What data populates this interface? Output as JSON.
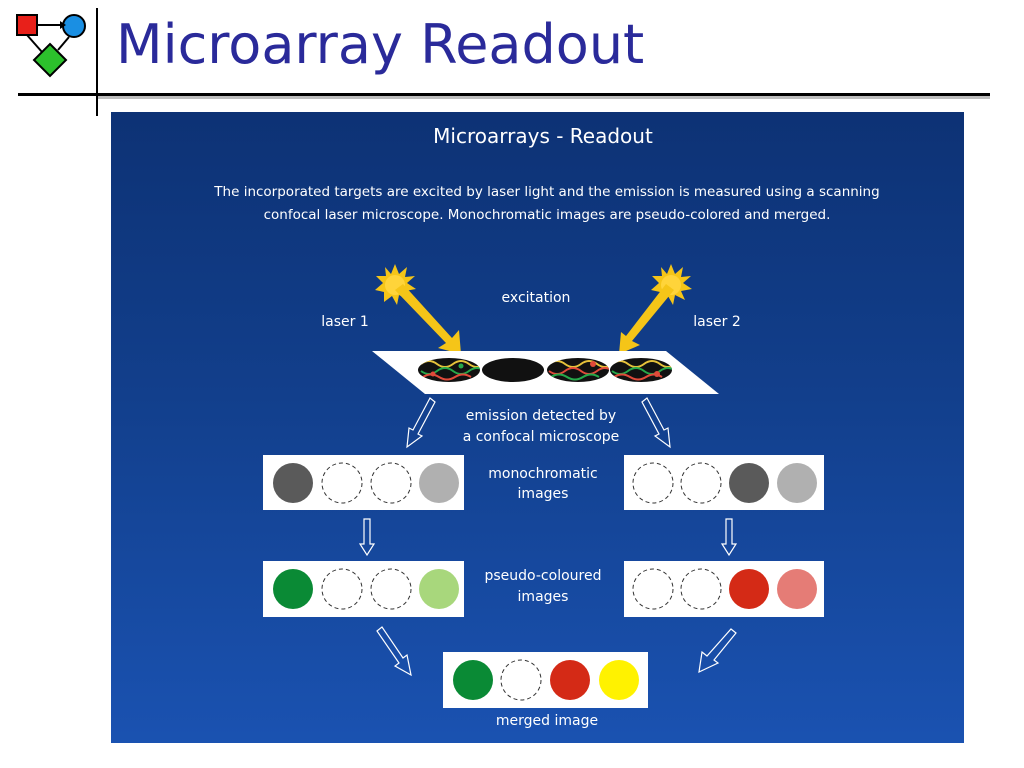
{
  "slide": {
    "title": "Microarray Readout"
  },
  "figure": {
    "heading": "Microarrays - Readout",
    "description_line1": "The incorporated targets are excited by laser light and the emission is measured using a scanning",
    "description_line2": "confocal laser microscope. Monochromatic images are pseudo-colored and merged.",
    "labels": {
      "excitation": "excitation",
      "laser1": "laser 1",
      "laser2": "laser 2",
      "emission_line1": "emission detected by",
      "emission_line2": "a confocal microscope",
      "mono_line1": "monochromatic",
      "mono_line2": "images",
      "pseudo_line1": "pseudo-coloured",
      "pseudo_line2": "images",
      "merged": "merged image"
    },
    "colors": {
      "panel_top": "#0d3275",
      "panel_bottom": "#1a52b1",
      "laser": "#f5c518",
      "mono_dark": "#5a5a5a",
      "mono_light": "#b0b0b0",
      "green_dark": "#0a8a35",
      "green_light": "#a8d77c",
      "red_dark": "#d42a16",
      "red_light": "#e57c76",
      "yellow": "#fff200"
    }
  }
}
